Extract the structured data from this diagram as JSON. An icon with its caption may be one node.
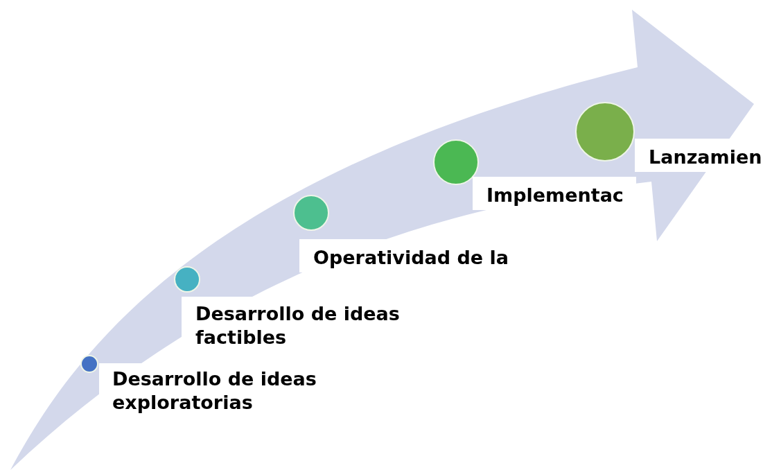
{
  "diagram": {
    "nodes": [
      {
        "text": [
          "Desarrollo de ideas exploratorias"
        ]
      },
      {
        "text": [
          "Desarrollo de ideas factibles"
        ]
      },
      {
        "text": [
          "Operatividad de la"
        ]
      },
      {
        "text": [
          "Implementac"
        ]
      },
      {
        "text": [
          "Lanzamien"
        ]
      }
    ]
  }
}
